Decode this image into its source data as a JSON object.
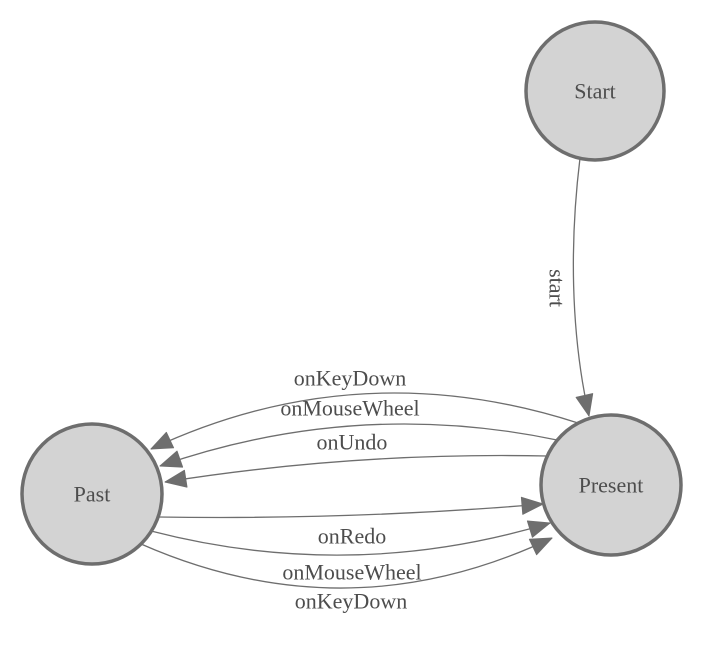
{
  "diagram": {
    "type": "finite-state-machine",
    "colors": {
      "background": "#ffffff",
      "node_fill": "#d3d3d3",
      "node_stroke": "#6e6e6e",
      "edge": "#6e6e6e",
      "text": "#4d4d4d"
    },
    "nodes": [
      {
        "id": "start",
        "label": "Start"
      },
      {
        "id": "present",
        "label": "Present"
      },
      {
        "id": "past",
        "label": "Past"
      }
    ],
    "edges": [
      {
        "id": "start-to-present",
        "label": "start",
        "from": "Start",
        "to": "Present"
      },
      {
        "id": "present-to-past-keydown",
        "label": "onKeyDown",
        "from": "Present",
        "to": "Past"
      },
      {
        "id": "present-to-past-mousewheel",
        "label": "onMouseWheel",
        "from": "Present",
        "to": "Past"
      },
      {
        "id": "present-to-past-undo",
        "label": "onUndo",
        "from": "Present",
        "to": "Past"
      },
      {
        "id": "past-to-present-redo",
        "label": "onRedo",
        "from": "Past",
        "to": "Present"
      },
      {
        "id": "past-to-present-mousewheel",
        "label": "onMouseWheel",
        "from": "Past",
        "to": "Present"
      },
      {
        "id": "past-to-present-keydown",
        "label": "onKeyDown",
        "from": "Past",
        "to": "Present"
      }
    ]
  }
}
